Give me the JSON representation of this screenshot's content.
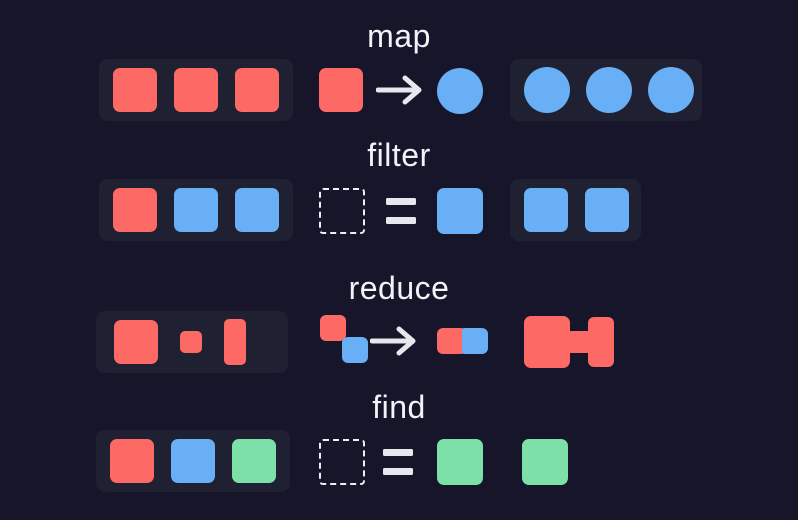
{
  "page": {
    "background": "#17152a",
    "panel_background": "#1f2133",
    "title_color": "#f2f3f7"
  },
  "palette": {
    "red": "#fd6a65",
    "blue": "#68aff5",
    "green": "#7ce0a8",
    "white": "#e6e8ee"
  },
  "rows": [
    {
      "id": "map",
      "title": "map",
      "input": {
        "has_panel": true,
        "items": [
          {
            "shape": "square",
            "color": "red"
          },
          {
            "shape": "square",
            "color": "red"
          },
          {
            "shape": "square",
            "color": "red"
          }
        ]
      },
      "operator": {
        "kind": "transform-arrow",
        "from": {
          "shape": "square",
          "color": "red"
        },
        "glyph": "arrow-right",
        "to": {
          "shape": "circle",
          "color": "blue"
        }
      },
      "output": {
        "has_panel": true,
        "items": [
          {
            "shape": "circle",
            "color": "blue"
          },
          {
            "shape": "circle",
            "color": "blue"
          },
          {
            "shape": "circle",
            "color": "blue"
          }
        ]
      }
    },
    {
      "id": "filter",
      "title": "filter",
      "input": {
        "has_panel": true,
        "items": [
          {
            "shape": "square",
            "color": "red"
          },
          {
            "shape": "square",
            "color": "blue"
          },
          {
            "shape": "square",
            "color": "blue"
          }
        ]
      },
      "operator": {
        "kind": "predicate-equals",
        "from": {
          "shape": "placeholder",
          "color": "dashed"
        },
        "glyph": "equals",
        "to": {
          "shape": "square",
          "color": "blue"
        }
      },
      "output": {
        "has_panel": true,
        "items": [
          {
            "shape": "square",
            "color": "blue"
          },
          {
            "shape": "square",
            "color": "blue"
          }
        ]
      }
    },
    {
      "id": "reduce",
      "title": "reduce",
      "input": {
        "has_panel": true,
        "items": [
          {
            "shape": "square",
            "color": "red",
            "size": "large"
          },
          {
            "shape": "square",
            "color": "red",
            "size": "small"
          },
          {
            "shape": "square",
            "color": "red",
            "size": "tall"
          }
        ]
      },
      "operator": {
        "kind": "accumulate-arrow",
        "from": {
          "shape": "offset-pair",
          "colors": [
            "red",
            "blue"
          ]
        },
        "glyph": "arrow-right",
        "to": {
          "shape": "joined-pair",
          "colors": [
            "red",
            "blue"
          ]
        }
      },
      "output": {
        "has_panel": false,
        "items": [
          {
            "shape": "merged-dumbbell",
            "color": "red"
          }
        ]
      }
    },
    {
      "id": "find",
      "title": "find",
      "input": {
        "has_panel": true,
        "items": [
          {
            "shape": "square",
            "color": "red"
          },
          {
            "shape": "square",
            "color": "blue"
          },
          {
            "shape": "square",
            "color": "green"
          }
        ]
      },
      "operator": {
        "kind": "predicate-equals",
        "from": {
          "shape": "placeholder",
          "color": "dashed"
        },
        "glyph": "equals",
        "to": {
          "shape": "square",
          "color": "green"
        }
      },
      "output": {
        "has_panel": false,
        "items": [
          {
            "shape": "square",
            "color": "green"
          }
        ]
      }
    }
  ]
}
